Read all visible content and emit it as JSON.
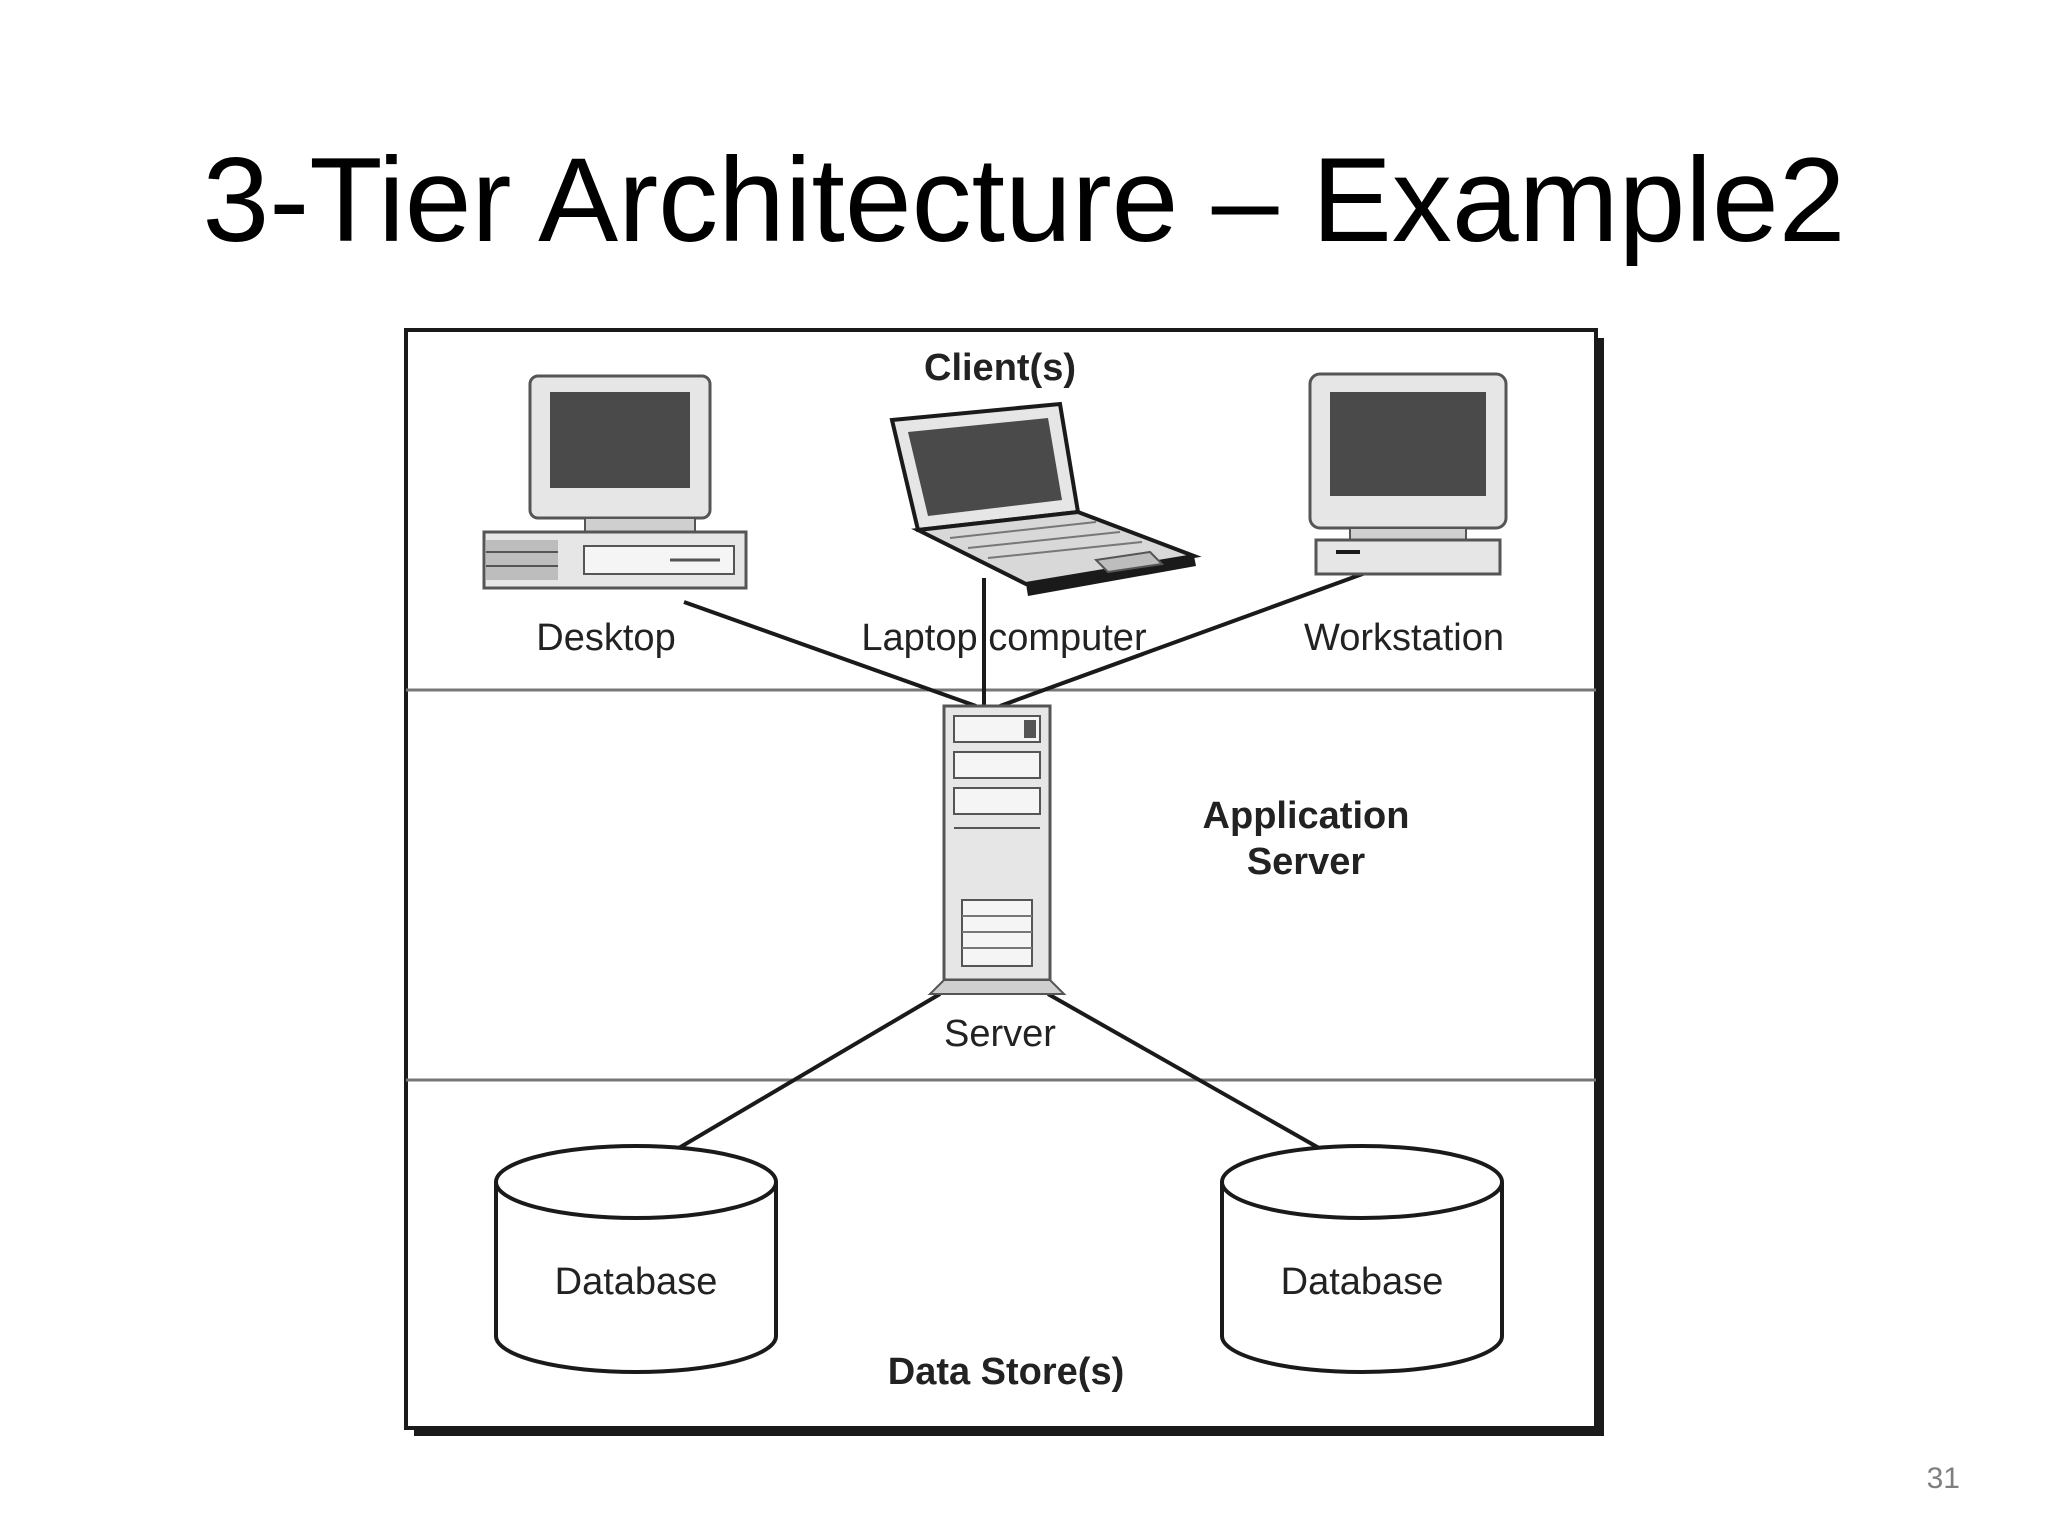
{
  "slide": {
    "title": "3-Tier Architecture – Example2",
    "page_number": "31"
  },
  "diagram": {
    "tiers": {
      "client": "Client(s)",
      "application_line1": "Application",
      "application_line2": "Server",
      "data": "Data Store(s)"
    },
    "nodes": {
      "desktop": "Desktop",
      "laptop": "Laptop computer",
      "workstation": "Workstation",
      "server": "Server",
      "database_left": "Database",
      "database_right": "Database"
    }
  },
  "colors": {
    "line": "#1a1a1a",
    "screen": "#4a4a4a",
    "device_body": "#e6e6e6"
  }
}
